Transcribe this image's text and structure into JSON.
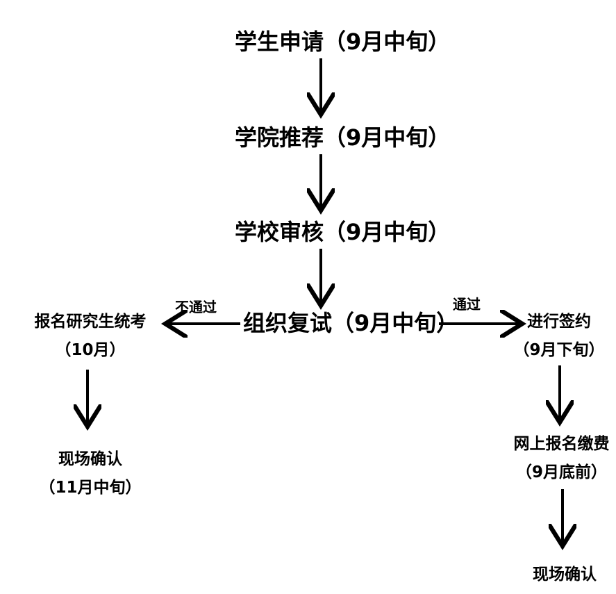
{
  "nodes": {
    "student_apply": {
      "label": "学生申请（9月中旬）"
    },
    "college_recommend": {
      "label": "学院推荐（9月中旬）"
    },
    "school_review": {
      "label": "学校审核（9月中旬）"
    },
    "retest": {
      "label": "组织复试（9月中旬）"
    },
    "exam_register": {
      "label": "报名研究生统考",
      "sub": "（10月）"
    },
    "onsite_confirm_left": {
      "label": "现场确认",
      "sub": "（11月中旬）"
    },
    "sign": {
      "label": "进行签约",
      "sub": "（9月下旬）"
    },
    "online_register": {
      "label": "网上报名缴费",
      "sub": "（9月底前）"
    },
    "onsite_confirm_right": {
      "label": "现场确认"
    }
  },
  "edges": {
    "fail": "不通过",
    "pass": "通过"
  }
}
